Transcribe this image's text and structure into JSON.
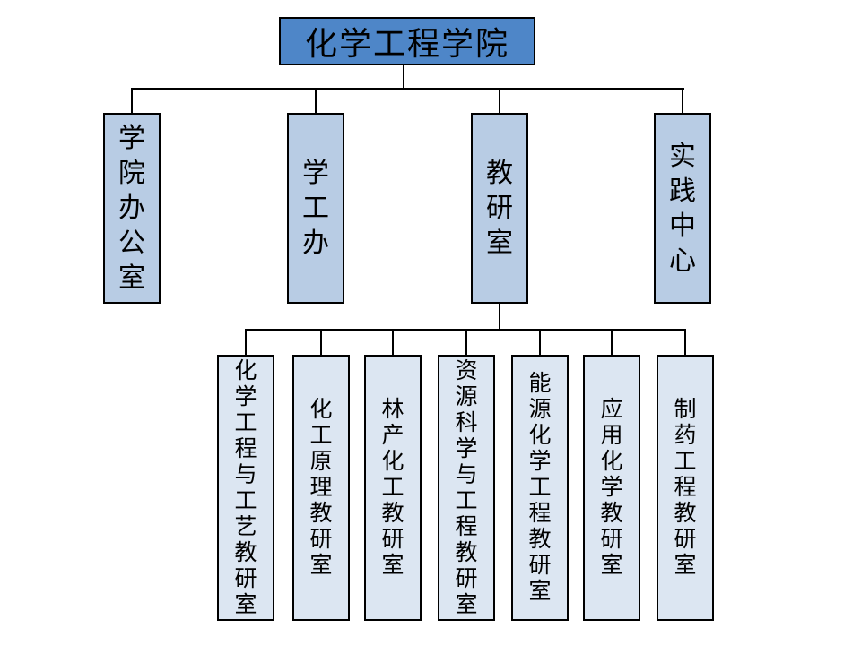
{
  "diagram": {
    "type": "org-chart",
    "root": {
      "label": "化学工程学院"
    },
    "level2": [
      {
        "label": "学院办公室"
      },
      {
        "label": "学工办"
      },
      {
        "label": "教研室"
      },
      {
        "label": "实践中心"
      }
    ],
    "level3_parent": "教研室",
    "level3": [
      {
        "label": "化学工程与工艺教研室"
      },
      {
        "label": "化工原理教研室"
      },
      {
        "label": "林产化工教研室"
      },
      {
        "label": "资源科学与工程教研室"
      },
      {
        "label": "能源化学工程教研室"
      },
      {
        "label": "应用化学教研室"
      },
      {
        "label": "制药工程教研室"
      }
    ]
  },
  "colors": {
    "root_fill": "#4E86C8",
    "level2_fill": "#B8CCE4",
    "level3_fill": "#DCE6F2",
    "border": "#000000",
    "background": "#FFFFFF"
  }
}
